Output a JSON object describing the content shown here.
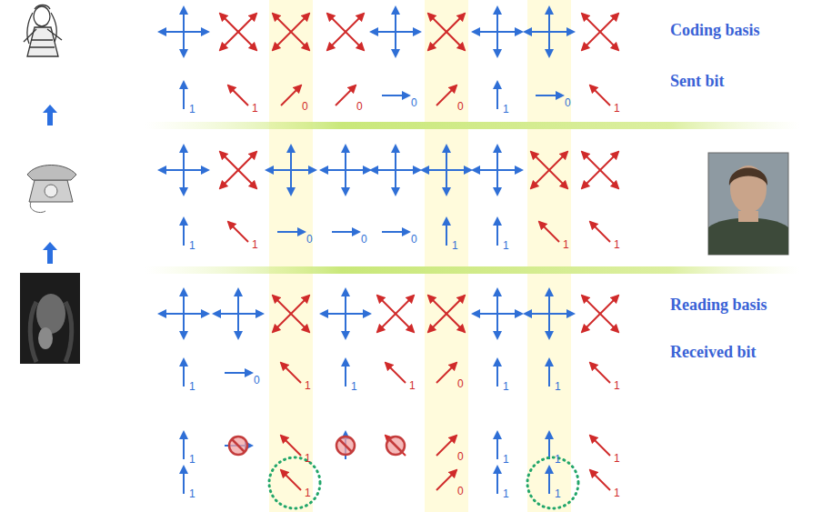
{
  "diagram": {
    "labels": [
      "Coding basis",
      "Sent bit",
      "1",
      "1",
      "0",
      "0",
      "0",
      "0",
      "1",
      "0",
      "1",
      "1",
      "1",
      "0",
      "0",
      "0",
      "1",
      "1",
      "1",
      "1",
      "Reading basis",
      "Received bit",
      "1",
      "0",
      "1",
      "1",
      "1",
      "0",
      "1",
      "1",
      "1",
      "1",
      "1",
      "0",
      "1",
      "1",
      "1",
      "1",
      "1",
      "0",
      "1",
      "1",
      "1"
    ]
  }
}
